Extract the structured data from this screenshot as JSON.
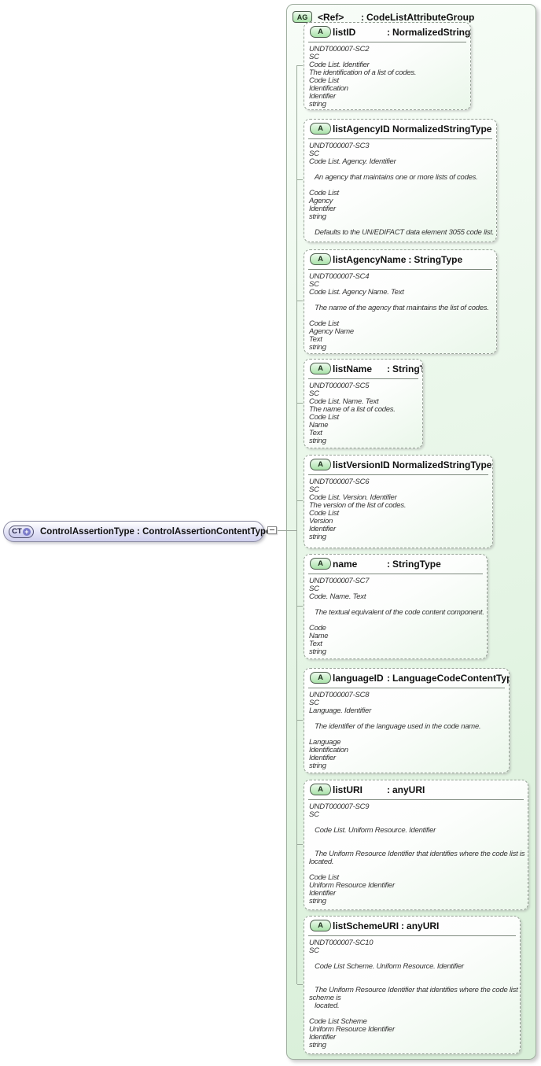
{
  "punct": {
    "colon": ":"
  },
  "colors": {
    "group_fill": "#d8efd8",
    "attribute_fill": "#eaf7ea",
    "badge_green": "#a9e2a9",
    "root_fill": "#cfcfee",
    "plus_accent": "#7b7bca"
  },
  "root": {
    "badge": "CT",
    "plus": "+",
    "label": "ControlAssertionType : ControlAssertionContentType"
  },
  "group": {
    "badge": "AG",
    "name": "<Ref>",
    "type": "CodeListAttributeGroup",
    "attributes": [
      {
        "badge": "A",
        "name": "listID",
        "type": "NormalizedStringType",
        "doc": "UNDT000007-SC2\nSC\nCode List. Identifier\nThe identification of a list of codes.\nCode List\nIdentification\nIdentifier\nstring"
      },
      {
        "badge": "A",
        "name": "listAgencyID",
        "type": "NormalizedStringType",
        "doc": "UNDT000007-SC3\nSC\nCode List. Agency. Identifier\n\n   An agency that maintains one or more lists of codes.\n\nCode List\nAgency\nIdentifier\nstring\n\n   Defaults to the UN/EDIFACT data element 3055 code list."
      },
      {
        "badge": "A",
        "name": "listAgencyName",
        "type": "StringType",
        "doc": "UNDT000007-SC4\nSC\nCode List. Agency Name. Text\n\n   The name of the agency that maintains the list of codes.\n\nCode List\nAgency Name\nText\nstring"
      },
      {
        "badge": "A",
        "name": "listName",
        "type": "StringType",
        "doc": "UNDT000007-SC5\nSC\nCode List. Name. Text\nThe name of a list of codes.\nCode List\nName\nText\nstring"
      },
      {
        "badge": "A",
        "name": "listVersionID",
        "type": "NormalizedStringType",
        "doc": "UNDT000007-SC6\nSC\nCode List. Version. Identifier\nThe version of the list of codes.\nCode List\nVersion\nIdentifier\nstring"
      },
      {
        "badge": "A",
        "name": "name",
        "type": "StringType",
        "doc": "UNDT000007-SC7\nSC\nCode. Name. Text\n\n   The textual equivalent of the code content component.\n\nCode\nName\nText\nstring"
      },
      {
        "badge": "A",
        "name": "languageID",
        "type": "LanguageCodeContentType",
        "doc": "UNDT000007-SC8\nSC\nLanguage. Identifier\n\n   The identifier of the language used in the code name.\n\nLanguage\nIdentification\nIdentifier\nstring"
      },
      {
        "badge": "A",
        "name": "listURI",
        "type": "anyURI",
        "doc": "UNDT000007-SC9\nSC\n\n   Code List. Uniform Resource. Identifier\n\n\n   The Uniform Resource Identifier that identifies where the code list is\nlocated.\n\nCode List\nUniform Resource Identifier\nIdentifier\nstring"
      },
      {
        "badge": "A",
        "name": "listSchemeURI",
        "type": "anyURI",
        "doc": "UNDT000007-SC10\nSC\n\n   Code List Scheme. Uniform Resource. Identifier\n\n\n   The Uniform Resource Identifier that identifies where the code list\nscheme is\n   located.\n\nCode List Scheme\nUniform Resource Identifier\nIdentifier\nstring"
      }
    ]
  }
}
